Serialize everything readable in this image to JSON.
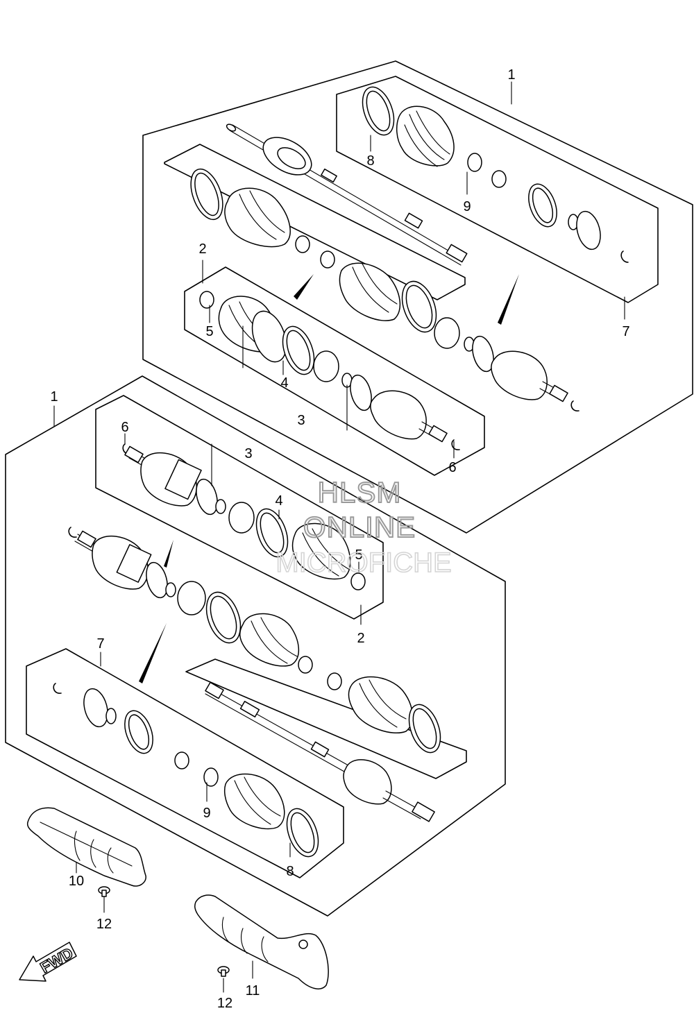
{
  "diagram": {
    "callouts": {
      "c1_upper": "1",
      "c1_lower": "1",
      "c2_upper": "2",
      "c2_lower": "2",
      "c3_upper": "3",
      "c3_lower": "3",
      "c4_upper": "4",
      "c4_lower": "4",
      "c5_upper": "5",
      "c5_lower": "5",
      "c6_upper": "6",
      "c6_lower_left": "6",
      "c7_upper": "7",
      "c7_lower": "7",
      "c8_upper": "8",
      "c8_lower": "8",
      "c9_upper": "9",
      "c9_lower": "9",
      "c10": "10",
      "c11": "11",
      "c12_left": "12",
      "c12_right": "12"
    },
    "fwd_label": "FWD",
    "watermark": {
      "line1": "HLSM",
      "line2": "ONLINE",
      "line3": "MICROFICHE"
    }
  }
}
